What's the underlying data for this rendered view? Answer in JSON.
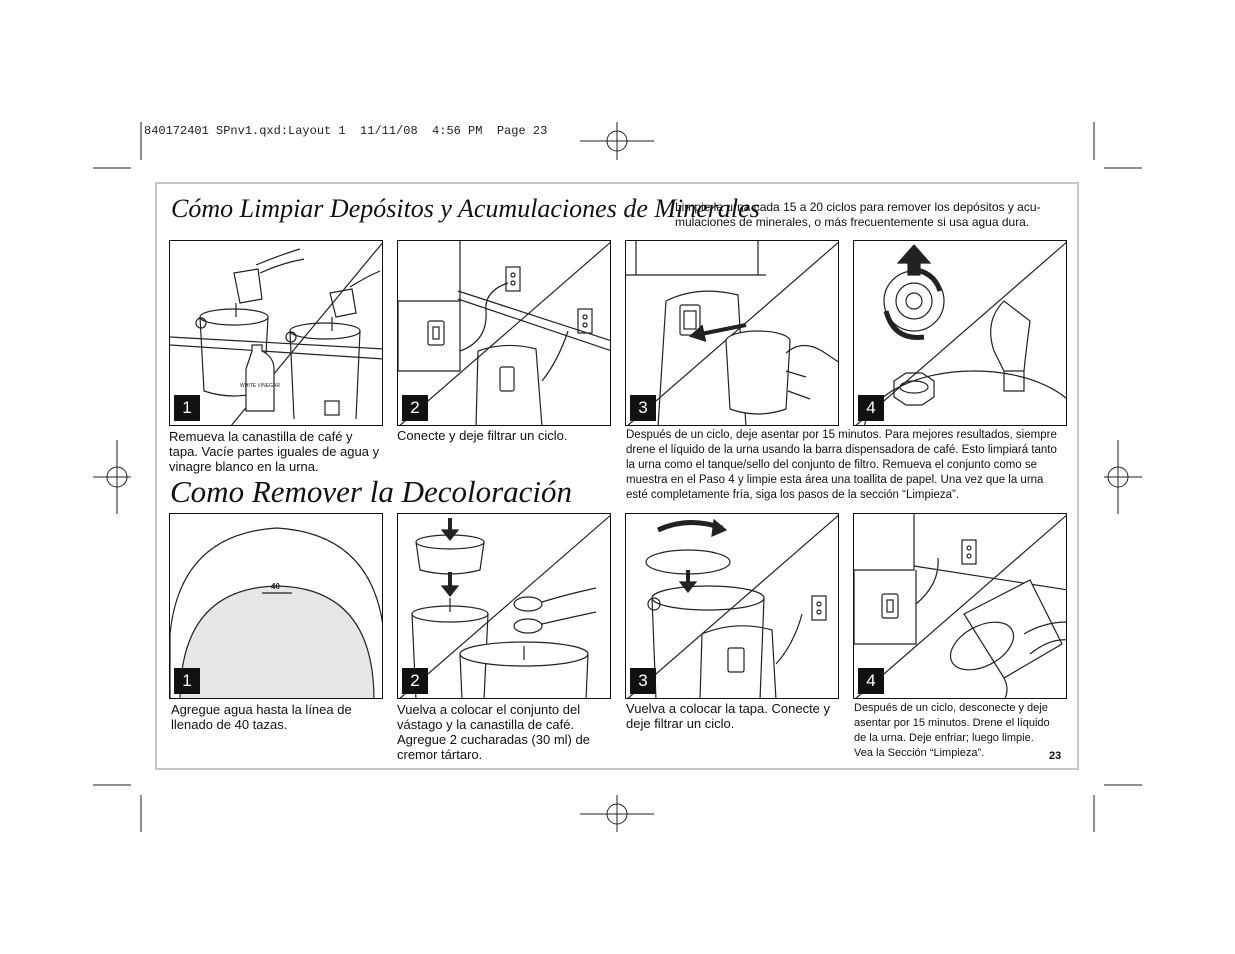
{
  "slug": "840172401 SPnv1.qxd:Layout 1  11/11/08  4:56 PM  Page 23",
  "section1": {
    "title": "Cómo Limpiar Depósitos y Acumulaciones de Minerales",
    "intro": "Limpie la urna cada 15 a 20 ciclos para remover los depósitos y acu-mulaciones de minerales, o más frecuentemente si usa agua dura.",
    "steps": [
      {
        "number": "1",
        "caption": "Remueva la canastilla de café y tapa. Vacíe partes iguales de agua y vinagre blanco en la urna.",
        "bottle_label": "WHITE VINEGAR"
      },
      {
        "number": "2",
        "caption": "Conecte y deje filtrar un ciclo."
      },
      {
        "number": "3",
        "caption": "Después de un ciclo, deje asentar por 15 minutos. Para mejores resultados, siempre drene el líquido de la urna usando la barra dispensadora de café. Esto limpiará tanto la urna como el tanque/sello del conjunto de filtro. Remueva el conjunto como se muestra en el Paso 4 y limpie esta área una toallita de papel. Una vez que la urna esté completamente fría, siga los pasos de la sección “Limpieza”."
      },
      {
        "number": "4"
      }
    ]
  },
  "section2": {
    "title": "Como Remover la Decoloración",
    "steps": [
      {
        "number": "1",
        "caption": "Agregue agua hasta la línea de llenado de 40 tazas.",
        "fill_mark": "40"
      },
      {
        "number": "2",
        "caption": "Vuelva a colocar el conjunto del vástago y la canastilla de café. Agregue 2 cucharadas (30 ml) de cremor tártaro."
      },
      {
        "number": "3",
        "caption": "Vuelva a colocar la tapa. Conecte y deje filtrar un ciclo."
      },
      {
        "number": "4",
        "caption": "Después de un ciclo, desconecte y deje asentar por 15 minutos. Drene el líquido de la urna. Deje enfriar; luego limpie. Vea la Sección “Limpieza”."
      }
    ]
  },
  "page_number": "23"
}
